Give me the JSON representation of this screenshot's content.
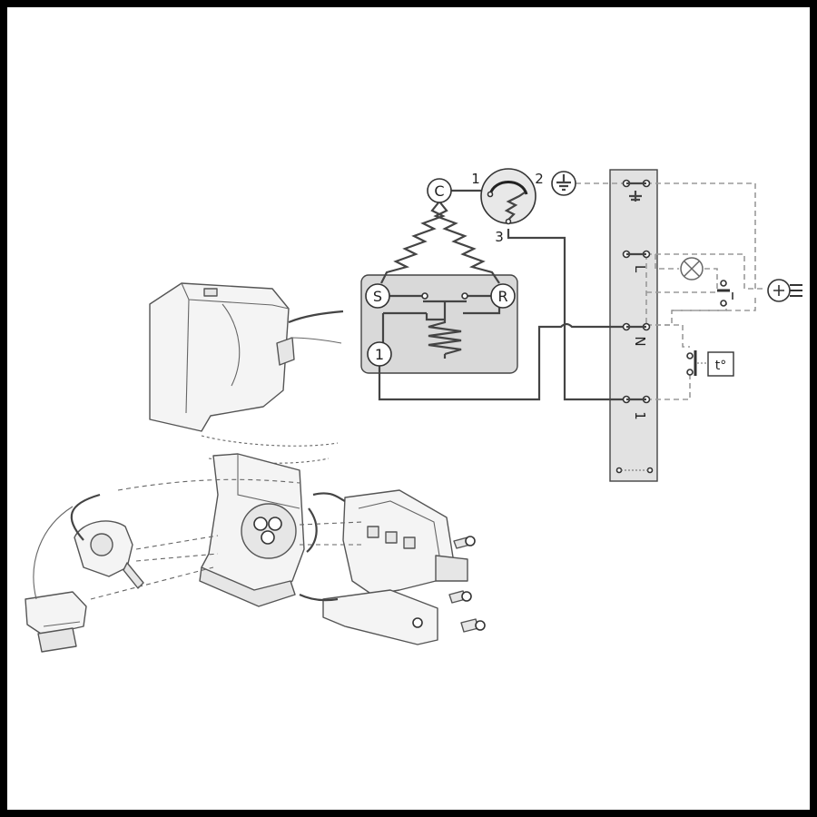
{
  "diagram": {
    "terminals": {
      "c": "C",
      "s": "S",
      "r": "R",
      "relay_1": "1"
    },
    "protector": {
      "pin1": "1",
      "pin2": "2",
      "pin3": "3"
    },
    "strip": {
      "l": "L",
      "n": "N",
      "one": "1"
    },
    "thermostat": "t°"
  },
  "colors": {
    "frame": "#000000",
    "wire": "#444444",
    "dashed_wire": "#9a9a9a",
    "relay_box": "#d9d9d9",
    "terminal_strip": "#e2e2e2"
  },
  "icons": [
    "ground-icon",
    "lamp-icon",
    "switch-icon",
    "plug-icon",
    "thermostat-icon"
  ]
}
